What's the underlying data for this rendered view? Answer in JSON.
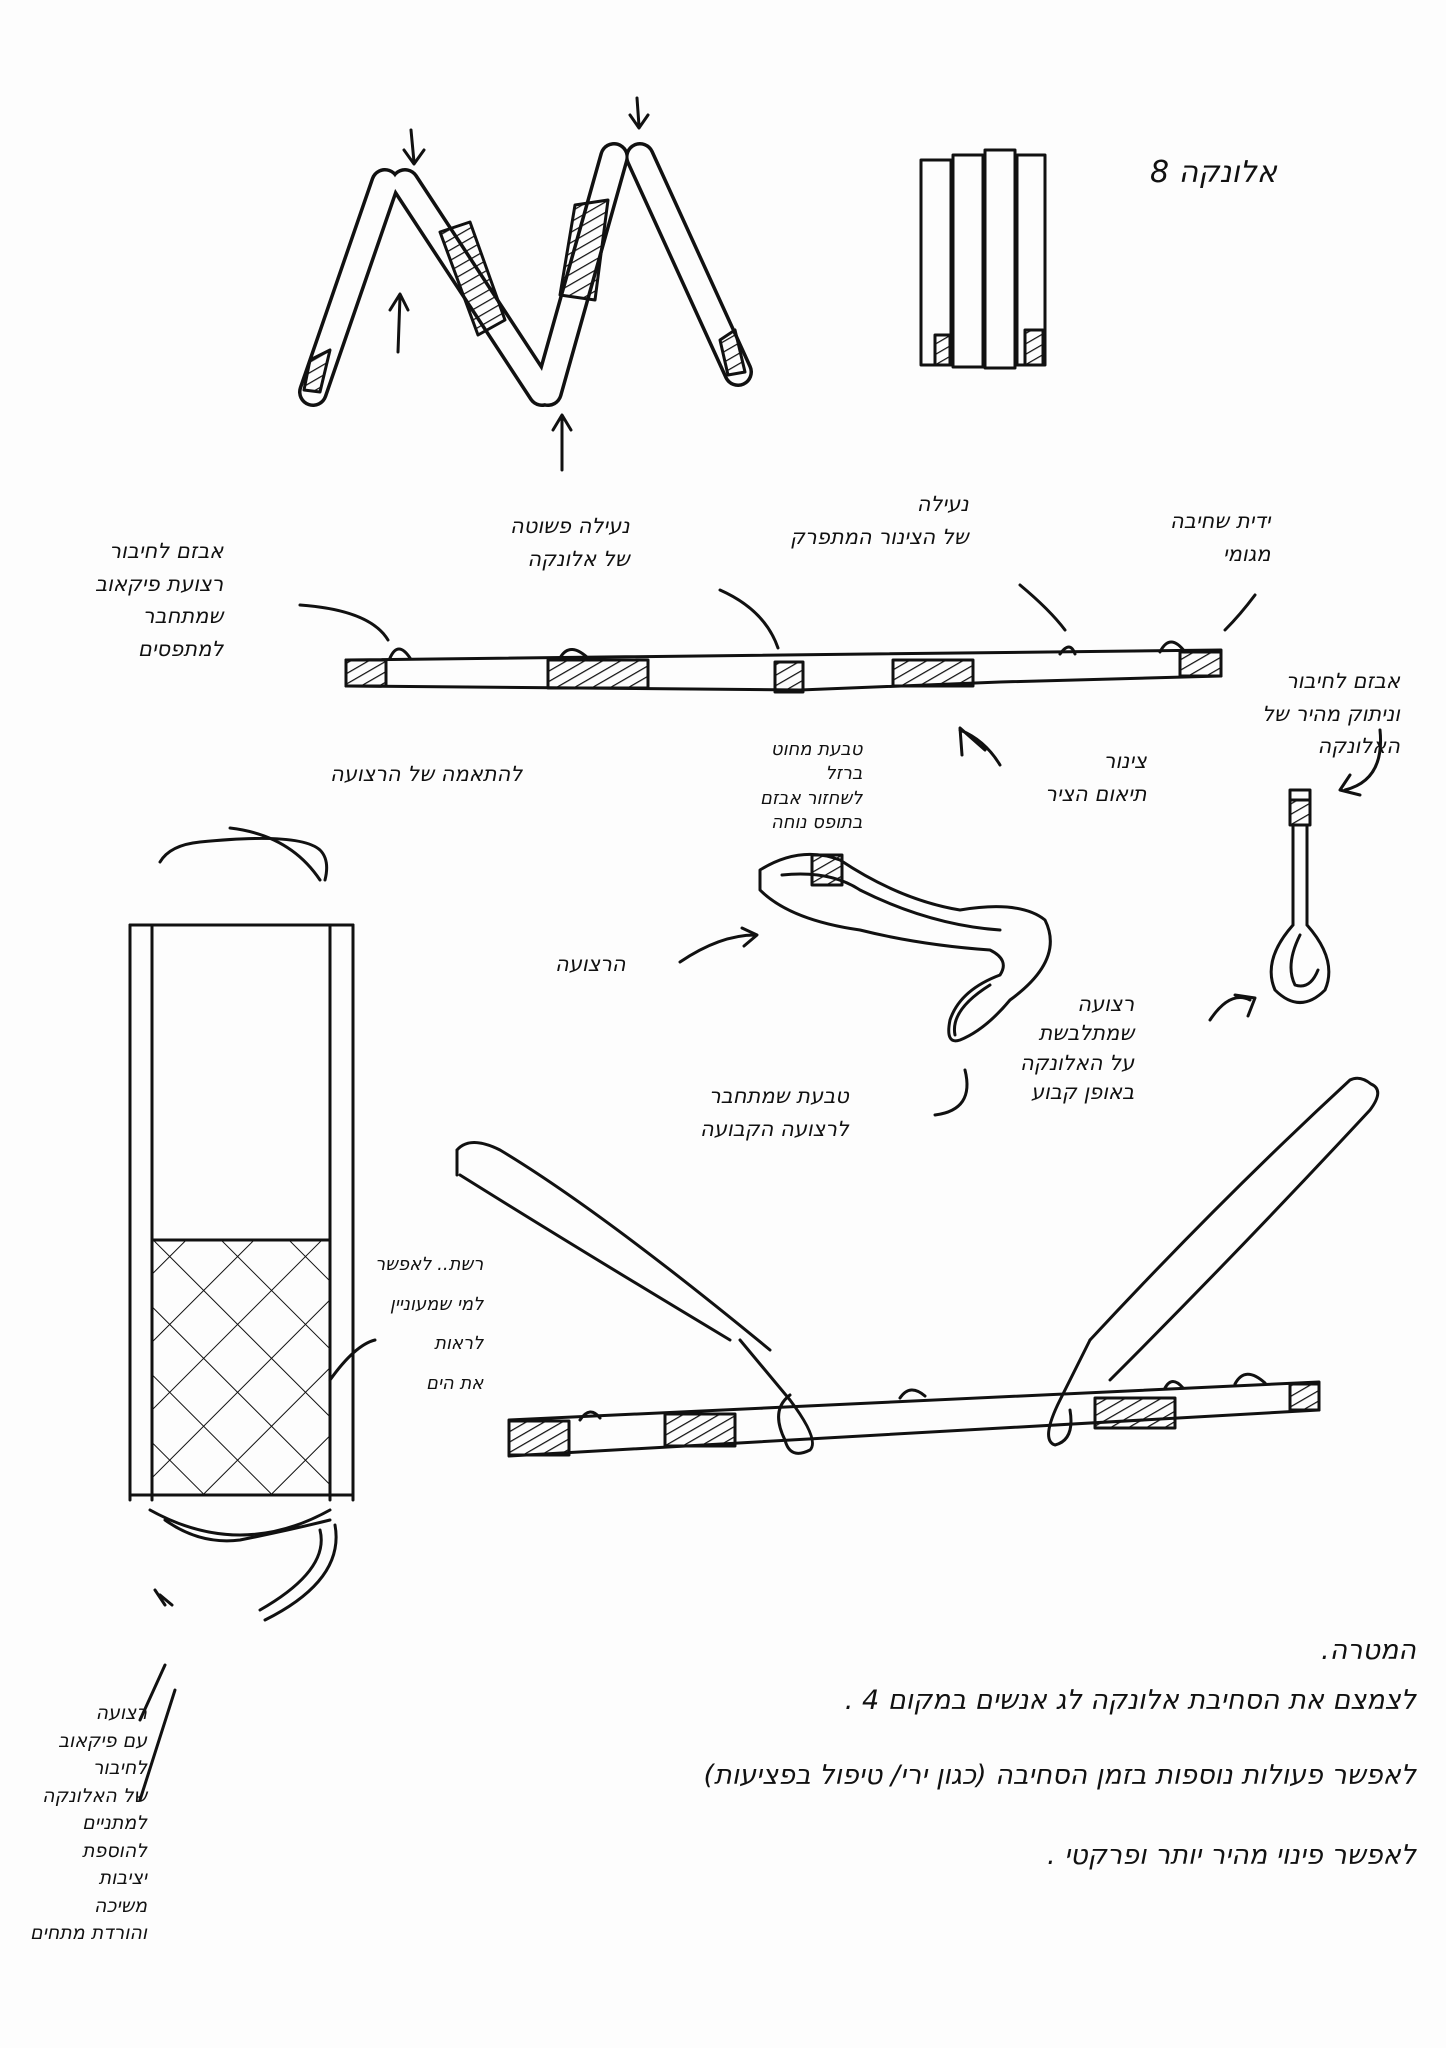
{
  "title": "אלונקה 8",
  "labels": {
    "buckle_waist": [
      "אבזם לחיבור",
      "רצועת פיקאוב",
      "שמתחבר",
      "למתפסים"
    ],
    "simple_lock": [
      "נעילה פשוטה",
      "של אלונקה"
    ],
    "pipe_lock": [
      "נעילה",
      "של הצינור המתפרק"
    ],
    "rubber_handle": [
      "ידית שחיבה",
      "מגומי"
    ],
    "quick_buckle": [
      "אבזם לחיבור",
      "וניתוק מהיר של",
      "האלונקה"
    ],
    "axis_pipe": [
      "צינור",
      "תיאום הציר"
    ],
    "wire_ring": [
      "טבעת מחוט",
      "ברזל",
      "לשחזור אבזם",
      "בתופס נוחה"
    ],
    "strap_adjust": "להתאמה של הרצועה",
    "strap": "הרצועה",
    "ring_fixed": [
      "טבעת שמתחבר",
      "לרצועה הקבועה"
    ],
    "fixed_strap": [
      "רצועה",
      "שמתלבשת",
      "על האלונקה",
      "באופן קבוע"
    ],
    "net": [
      "רשת.. לאפשר",
      "למי שמעוניין",
      "לראות",
      "את הים"
    ],
    "waist_strap": [
      "רצועה",
      "עם פיקאוב",
      "לחיבור",
      "של האלונקה",
      "למתניים",
      "להוספת",
      "יציבות",
      "משיכה",
      "והורדת מתחים"
    ]
  },
  "goal": {
    "heading": "המטרה.",
    "lines": [
      "לצמצם את הסחיבת אלונקה לג אנשים במקום 4 .",
      "לאפשר פעולות נוספות בזמן הסחיבה (כגון ירי/ טיפול בפציעות)",
      "לאפשר פינוי מהיר יותר ופרקטי ."
    ]
  }
}
